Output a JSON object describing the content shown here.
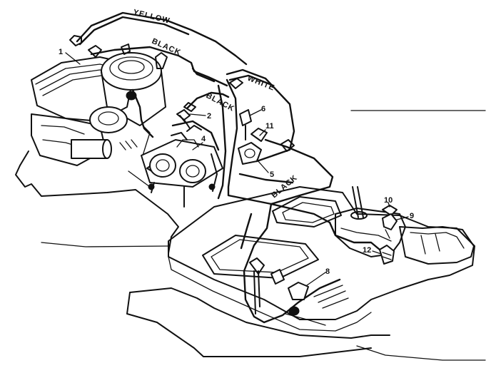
{
  "wire_labels": {
    "yellow": "YELLOW",
    "black_top": "BLACK",
    "white": "WHITE",
    "black_mid": "BLACK",
    "black_low": "BLACK"
  },
  "callouts": [
    "1",
    "2",
    "4",
    "6",
    "11",
    "5",
    "10",
    "9",
    "12",
    "8"
  ],
  "colors": {
    "ink": "#111111",
    "background": "#ffffff"
  }
}
